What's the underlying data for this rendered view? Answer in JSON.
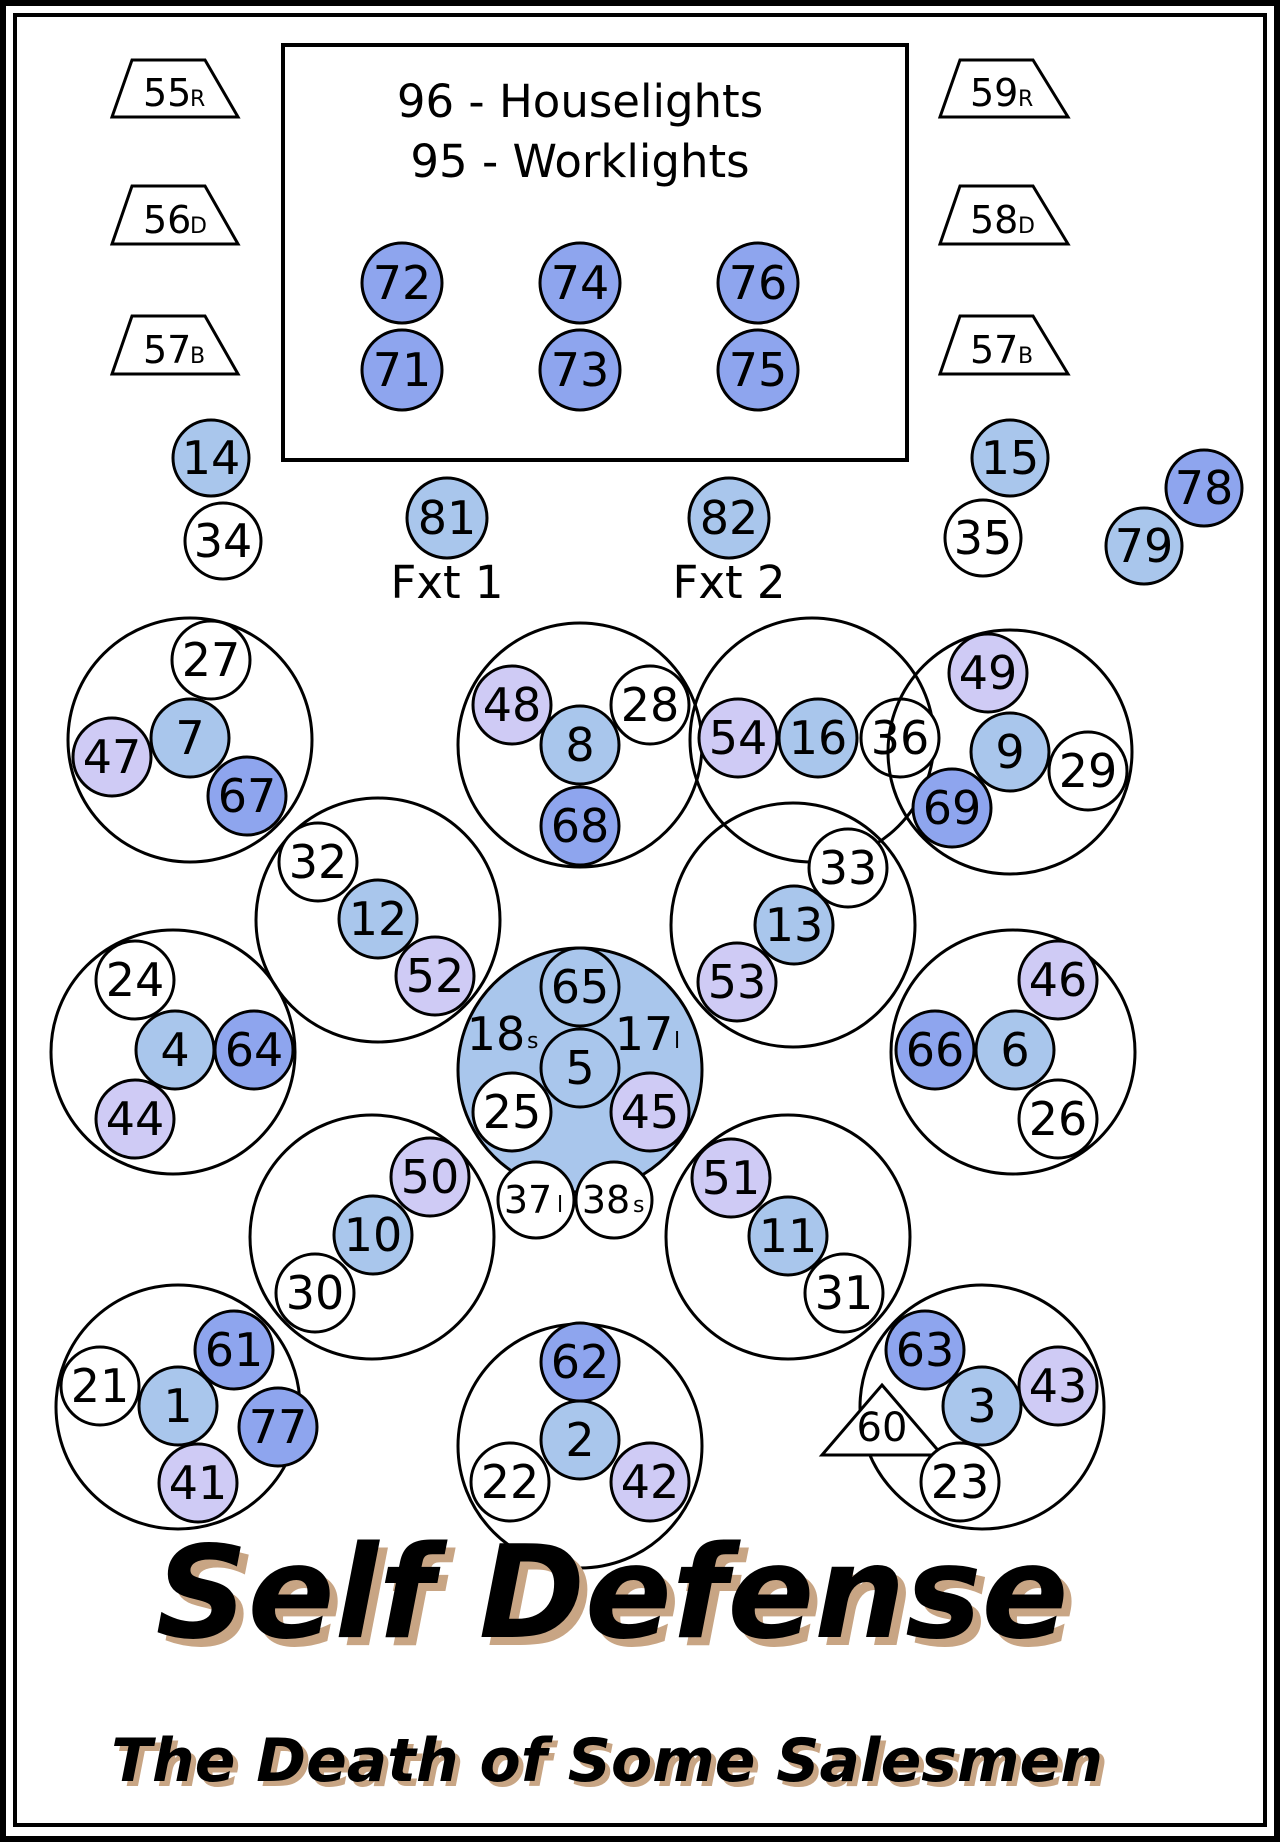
{
  "house_box": {
    "line1": "96 - Houselights",
    "line2": "95 - Worklights",
    "channels": [
      "72",
      "74",
      "76",
      "71",
      "73",
      "75"
    ]
  },
  "side_units": {
    "left": [
      {
        "num": "55",
        "sub": "R"
      },
      {
        "num": "56",
        "sub": "D"
      },
      {
        "num": "57",
        "sub": "B"
      }
    ],
    "right": [
      {
        "num": "59",
        "sub": "R"
      },
      {
        "num": "58",
        "sub": "D"
      },
      {
        "num": "57",
        "sub": "B"
      }
    ]
  },
  "fixtures": {
    "fxt1_channel": "81",
    "fxt1_label": "Fxt 1",
    "fxt2_channel": "82",
    "fxt2_label": "Fxt 2"
  },
  "channels_misc": [
    "14",
    "34",
    "15",
    "35",
    "78",
    "79"
  ],
  "areas": [
    {
      "center": "7",
      "channels": [
        "27",
        "47",
        "67"
      ]
    },
    {
      "center": "8",
      "channels": [
        "48",
        "28",
        "68"
      ]
    },
    {
      "center": "16",
      "channels": [
        "54",
        "36"
      ]
    },
    {
      "center": "9",
      "channels": [
        "49",
        "69",
        "29"
      ]
    },
    {
      "center": "12",
      "channels": [
        "32",
        "52"
      ]
    },
    {
      "center": "13",
      "channels": [
        "33",
        "53"
      ]
    },
    {
      "center": "4",
      "channels": [
        "24",
        "64",
        "44"
      ]
    },
    {
      "center": "5",
      "channels": [
        "65",
        "25",
        "45",
        "37",
        "38"
      ],
      "subs": [
        {
          "num": "18",
          "sub": "s"
        },
        {
          "num": "17",
          "sub": "l"
        },
        {
          "num": "37",
          "sub": "l"
        },
        {
          "num": "38",
          "sub": "s"
        }
      ]
    },
    {
      "center": "6",
      "channels": [
        "46",
        "66",
        "26"
      ]
    },
    {
      "center": "10",
      "channels": [
        "50",
        "30"
      ]
    },
    {
      "center": "11",
      "channels": [
        "51",
        "31"
      ]
    },
    {
      "center": "1",
      "channels": [
        "61",
        "21",
        "77",
        "41"
      ]
    },
    {
      "center": "2",
      "channels": [
        "62",
        "22",
        "42"
      ]
    },
    {
      "center": "3",
      "channels": [
        "63",
        "43",
        "60",
        "23"
      ]
    }
  ],
  "title": "Self Defense",
  "subtitle": "The Death of Some Salesmen",
  "colors": {
    "light_blue": "#a9c6ec",
    "medium_blue": "#8ea5ee",
    "lavender": "#cfcbf5",
    "white": "#ffffff",
    "title_shadow": "#c8a584"
  }
}
